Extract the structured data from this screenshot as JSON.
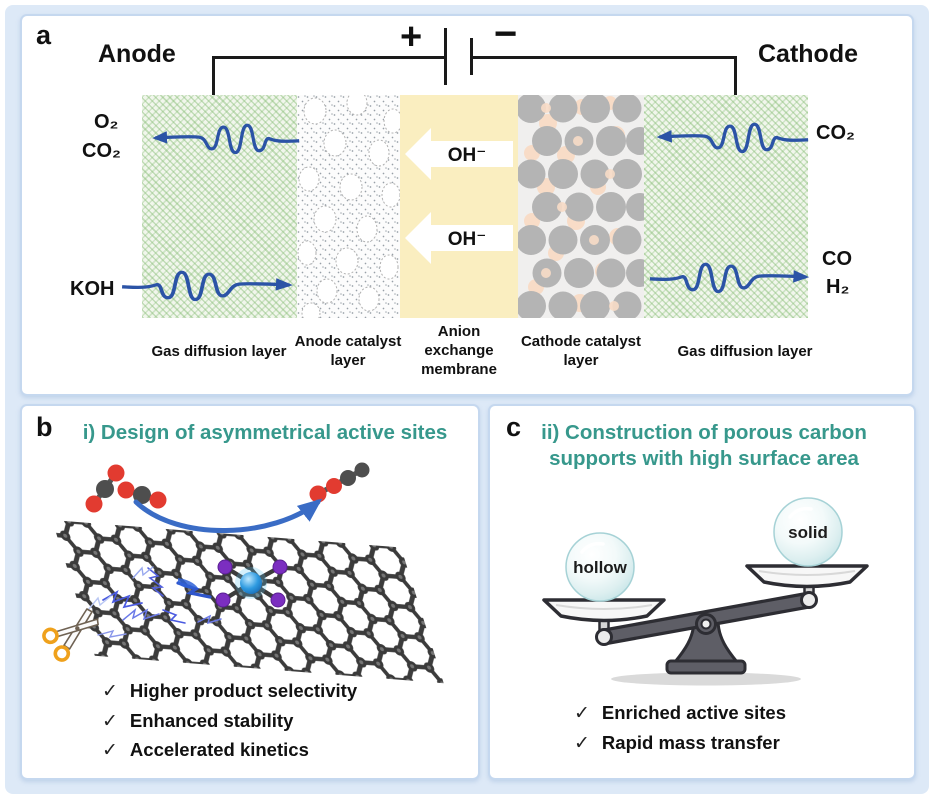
{
  "panel_a": {
    "label": "a",
    "anode": "Anode",
    "cathode": "Cathode",
    "plus_sign": "+",
    "minus_sign": "−",
    "oh_arrows": [
      "OH⁻",
      "OH⁻"
    ],
    "left_top_gas_1": "O₂",
    "left_top_gas_2": "CO₂",
    "left_bottom_gas": "KOH",
    "right_top_gas": "CO₂",
    "right_bottom_gas_1": "CO",
    "right_bottom_gas_2": "H₂",
    "layers": [
      {
        "name": "Gas diffusion layer"
      },
      {
        "name": "Anode catalyst layer"
      },
      {
        "name": "Anion exchange membrane"
      },
      {
        "name": "Cathode catalyst layer"
      },
      {
        "name": "Gas diffusion layer"
      }
    ]
  },
  "panel_b": {
    "label": "b",
    "heading": "i) Design of asymmetrical active sites",
    "check_glyph": "✓",
    "checks": [
      "Higher product selectivity",
      "Enhanced stability",
      "Accelerated kinetics"
    ]
  },
  "panel_c": {
    "label": "c",
    "heading_line1": "ii) Construction of porous carbon",
    "heading_line2": "supports with high surface area",
    "scale_left_label": "hollow",
    "scale_right_label": "solid",
    "check_glyph": "✓",
    "checks": [
      "Enriched active sites",
      "Rapid mass transfer"
    ]
  },
  "colors": {
    "teal_heading": "#37988c",
    "arrow_blue": "#2b53a6",
    "membrane_yellow": "#faeec0",
    "gdl_green": "#e8f2e1",
    "catalyst_gray": "#b4b4b4",
    "binder_peach": "#f8dcc7",
    "metal_site_blue": "#2e9ae0",
    "nitrogen_purple": "#7b2ec0",
    "panel_border": "#c5d8ef",
    "background": "#dde9f7"
  }
}
